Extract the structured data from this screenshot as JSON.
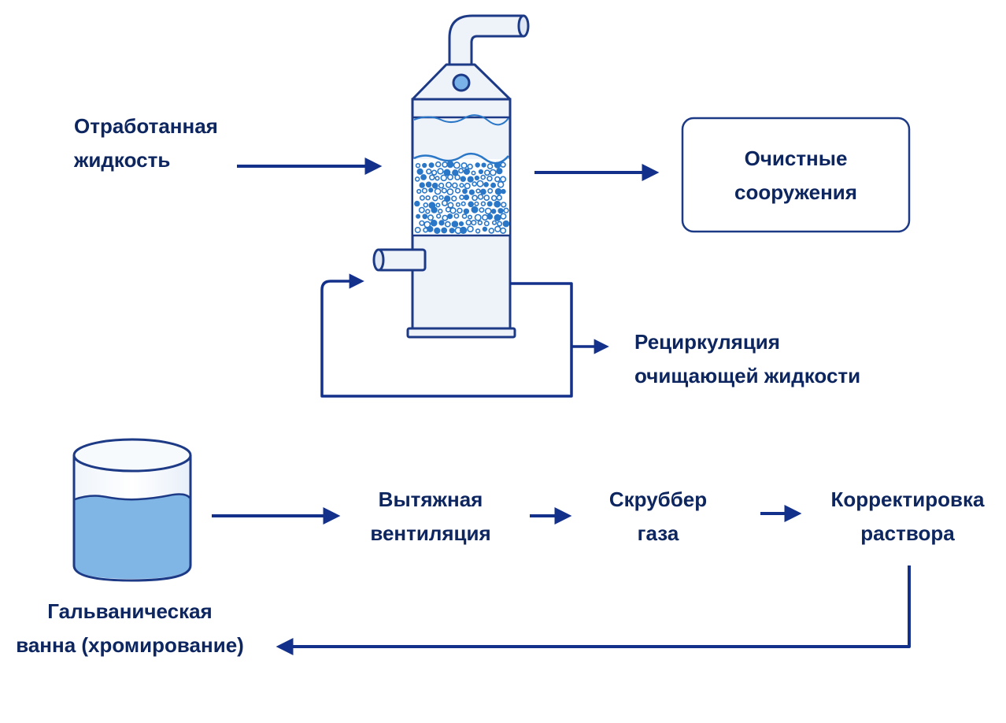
{
  "colors": {
    "navy": "#0d2660",
    "arrow": "#13318a",
    "box_border": "#1d3a86",
    "vessel_fill": "#eef2f9",
    "vessel_stroke": "#1d3a86",
    "packing": "#2a77c8",
    "liquid": "#7fb6e6"
  },
  "labels": {
    "spent_liquid": [
      "Отработанная",
      "жидкость"
    ],
    "treatment": [
      "Очистные",
      "сооружения"
    ],
    "recirculation": [
      "Рециркуляция",
      "очищающей жидкости"
    ],
    "exhaust": [
      "Вытяжная",
      "вентиляция"
    ],
    "scrubber": [
      "Скруббер",
      "газа"
    ],
    "correction": [
      "Корректировка",
      "раствора"
    ],
    "bath": [
      "Гальваническая",
      "ванна (хромирование)"
    ]
  },
  "icons": {
    "scrubber_tower": "scrubber-column-icon",
    "galvanic_bath": "liquid-tank-icon"
  }
}
